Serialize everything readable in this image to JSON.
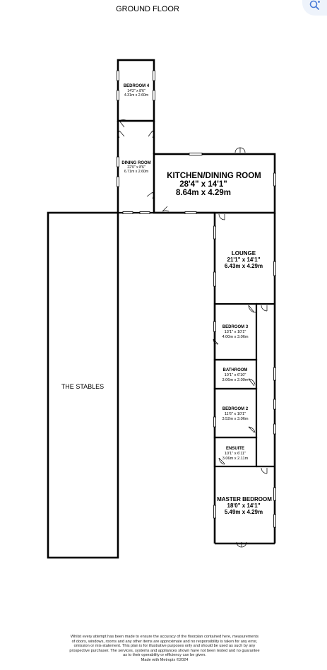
{
  "header": {
    "title": "GROUND FLOOR"
  },
  "rooms": {
    "bedroom4": {
      "name": "BEDROOM 4",
      "imperial": "14'2\" x 8'6\"",
      "metric": "4.31m x 2.60m"
    },
    "dining": {
      "name": "DINING ROOM",
      "imperial": "22'0\" x 8'6\"",
      "metric": "6.71m x 2.60m"
    },
    "kitchen": {
      "name": "KITCHEN/DINING ROOM",
      "imperial": "28'4\" x 14'1\"",
      "metric": "8.64m x 4.29m"
    },
    "lounge": {
      "name": "LOUNGE",
      "imperial": "21'1\" x 14'1\"",
      "metric": "6.43m x 4.29m"
    },
    "bedroom3": {
      "name": "BEDROOM 3",
      "imperial": "13'1\" x 10'1\"",
      "metric": "4.00m x 3.06m"
    },
    "bathroom": {
      "name": "BATHROOM",
      "imperial": "10'1\" x 6'10\"",
      "metric": "3.06m x 2.09m"
    },
    "bedroom2": {
      "name": "BEDROOM 2",
      "imperial": "11'6\" x 10'1\"",
      "metric": "3.52m x 3.06m"
    },
    "ensuite": {
      "name": "ENSUITE",
      "imperial": "10'1\" x 6'11\"",
      "metric": "3.06m x 2.11m"
    },
    "master": {
      "name": "MASTER BEDROOM",
      "imperial": "18'0\" x 14'1\"",
      "metric": "5.49m x 4.29m"
    },
    "stables": {
      "name": "THE STABLES"
    }
  },
  "disclaimer": {
    "line1": "Whilst every attempt has been made to ensure the accuracy of the floorplan contained here, measurements",
    "line2": "of doors, windows, rooms and any other items are approximate and no responsibility is taken for any error,",
    "line3": "omission or mis-statement. This plan is for illustrative purposes only and should be used as such by any",
    "line4": "prospective purchaser. The services, systems and appliances shown have not been tested and no guarantee",
    "line5": "as to their operability or efficiency can be given.",
    "line6": "Made with Metropix ©2024"
  },
  "icons": {
    "corner": "sparkle-search-icon"
  }
}
